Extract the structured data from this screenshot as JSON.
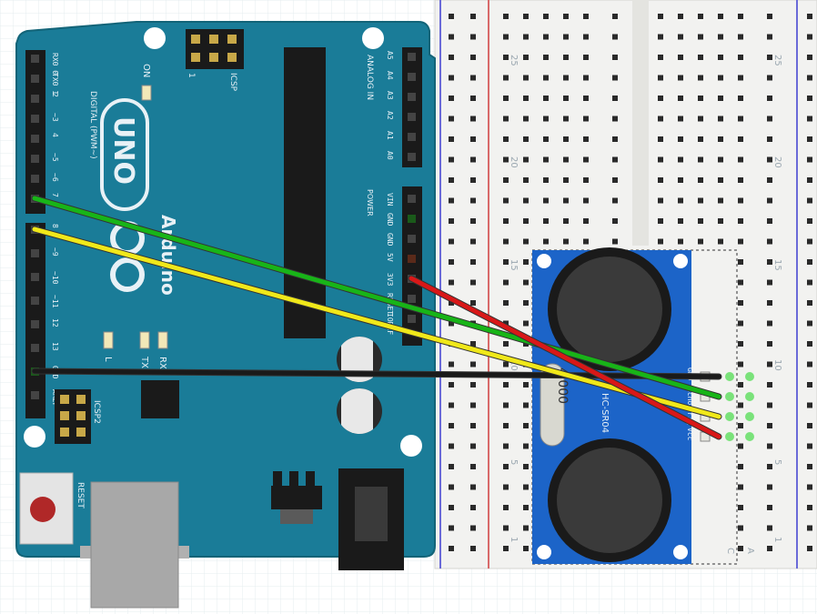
{
  "board": {
    "model": "UNO",
    "brand": "Arduino",
    "digital_header_label": "DIGITAL (PWM~)",
    "analog_header_label": "ANALOG IN",
    "power_header_label": "POWER",
    "icsp_label": "ICSP",
    "icsp2_label": "ICSP2",
    "reset_label": "RESET",
    "on_label": "ON",
    "l_label": "L",
    "tx_label": "TX",
    "rx_label": "RX",
    "icsp_pin1": "1",
    "digital_pins": [
      "RX0 0",
      "TX0 1",
      "2",
      "~3",
      "4",
      "~5",
      "~6",
      "7",
      "8",
      "~9",
      "~10",
      "~11",
      "12",
      "13",
      "GND",
      "AREF"
    ],
    "analog_pins": [
      "A5",
      "A4",
      "A3",
      "A2",
      "A1",
      "A0"
    ],
    "power_pins": [
      "VIN",
      "GND",
      "GND",
      "5V",
      "3V3",
      "RESET",
      "IOREF"
    ]
  },
  "sensor": {
    "model": "HC-SR04",
    "crystal": "4.000",
    "pins": [
      "GND",
      "Echo",
      "Trig",
      "Vcc"
    ]
  },
  "breadboard": {
    "row_numbers": [
      "25",
      "20",
      "15",
      "10",
      "5",
      "1"
    ],
    "column_letters": [
      "A",
      "C"
    ]
  },
  "wires": [
    {
      "color": "#1a1a1a",
      "from": "GND",
      "to": "GND"
    },
    {
      "color": "#18b418",
      "from": "~9",
      "to": "Echo"
    },
    {
      "color": "#f0e81a",
      "from": "8",
      "to": "Trig"
    },
    {
      "color": "#d81818",
      "from": "5V",
      "to": "Vcc"
    }
  ],
  "colors": {
    "board": "#1a7c98",
    "sensor": "#1c64c8",
    "header": "#1a1a1a"
  }
}
